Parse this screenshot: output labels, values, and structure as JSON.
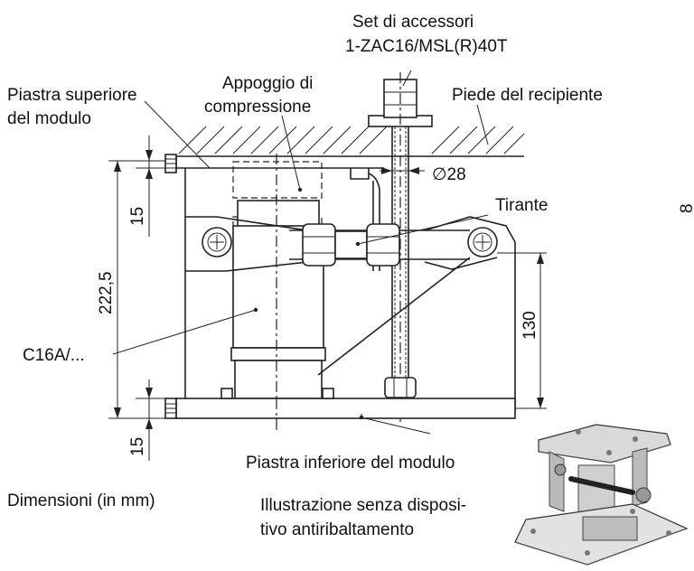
{
  "labels": {
    "accessory_kit_line1": "Set di accessori",
    "accessory_kit_line2": "1-ZAC16/MSL(R)40T",
    "top_plate_line1": "Piastra superiore",
    "top_plate_line2": "del modulo",
    "compression_line1": "Appoggio di",
    "compression_line2": "compressione",
    "vessel_foot": "Piede del recipiente",
    "tie_rod": "Tirante",
    "load_cell": "C16A/...",
    "bottom_plate": "Piastra inferiore del modulo",
    "dimensions_note": "Dimensioni (in mm)",
    "illustration_line1": "Illustrazione senza disposi-",
    "illustration_line2": "tivo antiribaltamento"
  },
  "dimensions": {
    "diameter": "∅28",
    "top_offset": "15",
    "total_height": "222,5",
    "pivot_height": "130",
    "bottom_offset": "15"
  },
  "edge_glyph": "8"
}
